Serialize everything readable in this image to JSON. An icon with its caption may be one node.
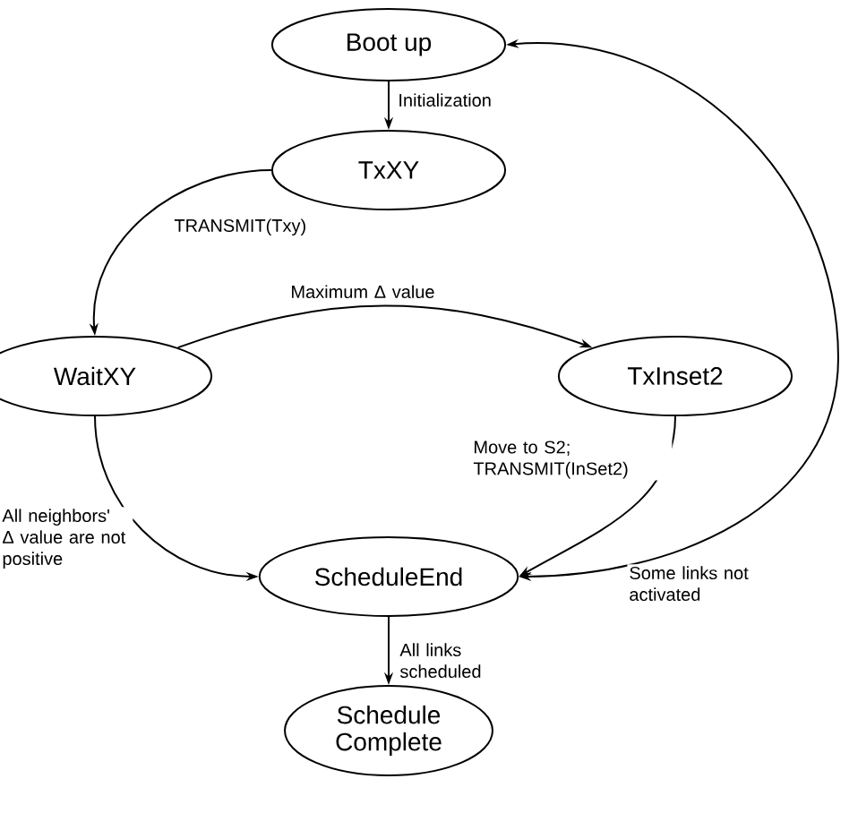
{
  "diagram": {
    "nodes": [
      {
        "text": [
          "Boot up"
        ]
      },
      {
        "text": [
          "TxXY"
        ]
      },
      {
        "text": [
          "WaitXY"
        ]
      },
      {
        "text": [
          "TxInset2"
        ]
      },
      {
        "text": [
          "ScheduleEnd"
        ]
      },
      {
        "text": [
          "Schedule Complete"
        ]
      }
    ],
    "edges": [
      {
        "from": 0,
        "to": 1,
        "arrow": "to",
        "label": "Initialization"
      },
      {
        "from": 1,
        "to": 2,
        "arrow": "to",
        "label": "TRANSMIT(Txy)"
      },
      {
        "from": 2,
        "to": 3,
        "arrow": "to",
        "label": "Maximum Δ value"
      },
      {
        "from": 3,
        "to": 4,
        "arrow": "to",
        "label": "Move to S2; TRANSMIT(InSet2)"
      },
      {
        "from": 2,
        "to": 4,
        "arrow": "to",
        "label": "All neighbors' Δ value are not positive"
      },
      {
        "from": 4,
        "to": 0,
        "arrow": "both",
        "label": "Some links not activated"
      },
      {
        "from": 4,
        "to": 5,
        "arrow": "to",
        "label": "All links scheduled"
      }
    ]
  }
}
